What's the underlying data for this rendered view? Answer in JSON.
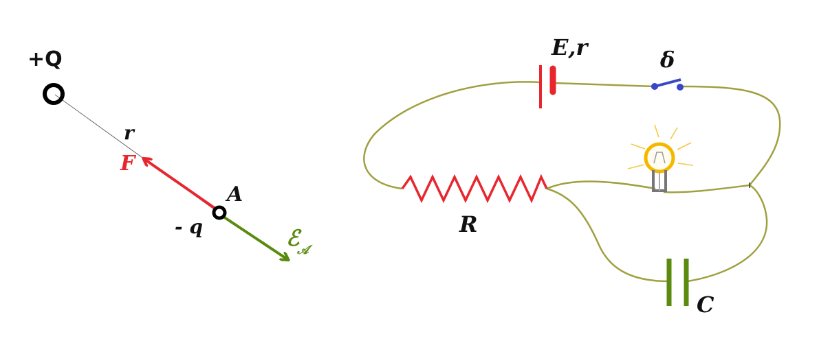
{
  "field_diagram": {
    "source_charge_label": "+Q",
    "distance_label": "r",
    "force_label": "F",
    "point_label": "A",
    "test_charge_label": "- q",
    "field_label": "ℰ",
    "field_subscript": "𝒜"
  },
  "circuit": {
    "battery_label": "E,r",
    "switch_label": "δ",
    "resistor_label": "R",
    "capacitor_label": "C"
  },
  "colors": {
    "force": "#e8262d",
    "field": "#5a8a0e",
    "wire": "#a0a040",
    "battery": "#e8262d",
    "switch": "#3a46c8",
    "resistor": "#e8262d",
    "capacitor": "#5a8a0e",
    "bulb": "#f5b800"
  }
}
